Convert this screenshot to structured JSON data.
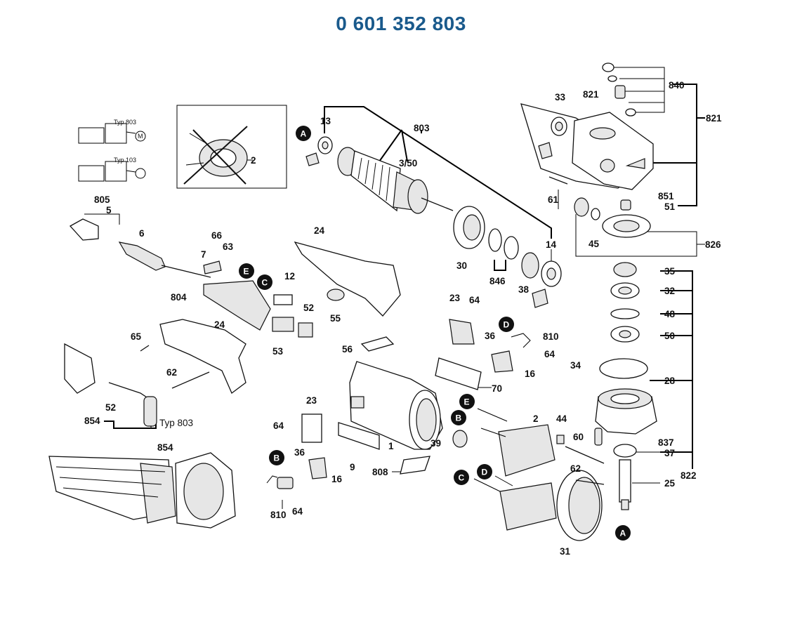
{
  "title": "0 601 352 803",
  "labels": {
    "l13": "13",
    "l803": "803",
    "l350": "3/50",
    "l14": "14",
    "l30": "30",
    "l846": "846",
    "l38": "38",
    "l33": "33",
    "l840": "840",
    "l821a": "821",
    "l821b": "821",
    "l61": "61",
    "l851": "851",
    "l51": "51",
    "l45": "45",
    "l826": "826",
    "l35": "35",
    "l32": "32",
    "l48": "48",
    "l50": "50",
    "l34": "34",
    "l28": "28",
    "l60": "60",
    "l837": "837",
    "l37": "37",
    "l822": "822",
    "l25": "25",
    "l62b": "62",
    "l31": "31",
    "l44": "44",
    "l2b": "2",
    "l2a": "2",
    "l805": "805",
    "l5": "5",
    "l6": "6",
    "l66": "66",
    "l63": "63",
    "l7": "7",
    "l24a": "24",
    "l12": "12",
    "l804": "804",
    "l52a": "52",
    "l55": "55",
    "l53": "53",
    "l65": "65",
    "l24b": "24",
    "l62a": "62",
    "l52b": "52",
    "l854a": "854",
    "l854b": "854",
    "l23a": "23",
    "l64a": "64",
    "l36a": "36",
    "l810a": "810",
    "l64b": "64",
    "l16a": "16",
    "l56": "56",
    "l70": "70",
    "l23b": "23",
    "l64c": "64",
    "l36b": "36",
    "l16b": "16",
    "l810b": "810",
    "l64d": "64",
    "l1": "1",
    "l9": "9",
    "l808": "808",
    "l39": "39"
  },
  "typ_labels": {
    "typ803": "Typ 803",
    "typ803_small": "Typ 803",
    "typ103_small": "Typ 103"
  },
  "markers": {
    "mA1": "A",
    "mA2": "A",
    "mB1": "B",
    "mB2": "B",
    "mC1": "C",
    "mC2": "C",
    "mD1": "D",
    "mD2": "D",
    "mE1": "E",
    "mE2": "E"
  },
  "schematic": {
    "motor_symbol": "M"
  }
}
